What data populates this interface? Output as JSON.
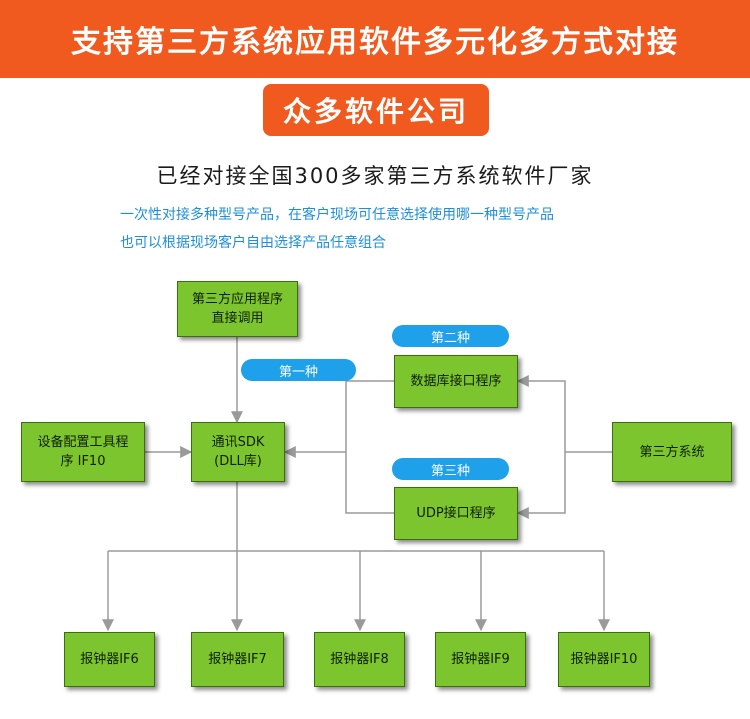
{
  "banner": {
    "title": "支持第三方系统应用软件多元化多方式对接"
  },
  "badge": {
    "label": "众多软件公司"
  },
  "headline": "已经对接全国300多家第三方系统软件厂家",
  "subtitles": [
    "一次性对接多种型号产品，在客户现场可任意选择使用哪一种型号产品",
    "也可以根据现场客户自由选择产品任意组合"
  ],
  "nodes": {
    "app": "第三方应用程序\n直接调用",
    "sdk": "通讯SDK\n(DLL库)",
    "config": "设备配置工具程\n序 IF10",
    "database": "数据库接口程序",
    "udp": "UDP接口程序",
    "third_party": "第三方系统",
    "devices": [
      "报钟器IF6",
      "报钟器IF7",
      "报钟器IF8",
      "报钟器IF9",
      "报钟器IF10"
    ]
  },
  "methods": {
    "first": "第一种",
    "second": "第二种",
    "third": "第三种"
  },
  "colors": {
    "accent": "#f15a1f",
    "node_fill": "#7cc52f",
    "pill_fill": "#1ea0ea",
    "subtitle_text": "#1e8fd8",
    "connector": "#9a9a9a"
  }
}
